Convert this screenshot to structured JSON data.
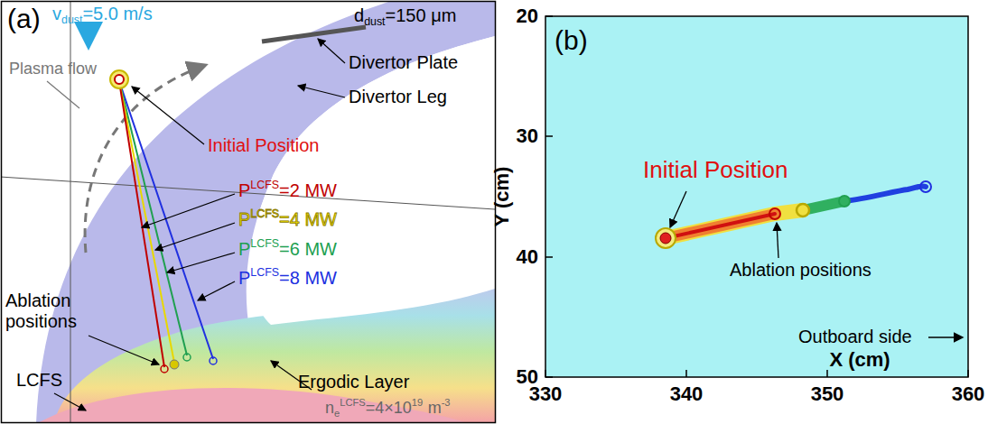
{
  "diagram": {
    "labels": [
      "(a)",
      "v",
      "dust",
      "=5.0 m/s",
      "d",
      "dust",
      "=150 μm",
      "Divertor Plate",
      "Plasma flow",
      "Divertor Leg",
      "Initial Position",
      "P",
      "LCFS",
      "=2 MW",
      "P",
      "LCFS",
      "=4 MW",
      "P",
      "LCFS",
      "=6 MW",
      "P",
      "LCFS",
      "=8 MW",
      "Ablation positions",
      "Ergodic Layer",
      "LCFS",
      "n",
      "e",
      "LCFS",
      "=4×10",
      "19",
      "m",
      "-3",
      "(b)",
      "20",
      "30",
      "40",
      "50",
      "Y (cm)",
      "330",
      "340",
      "350",
      "360",
      "X (cm)",
      "Initial Position",
      "Ablation positions",
      "Outboard side"
    ]
  }
}
